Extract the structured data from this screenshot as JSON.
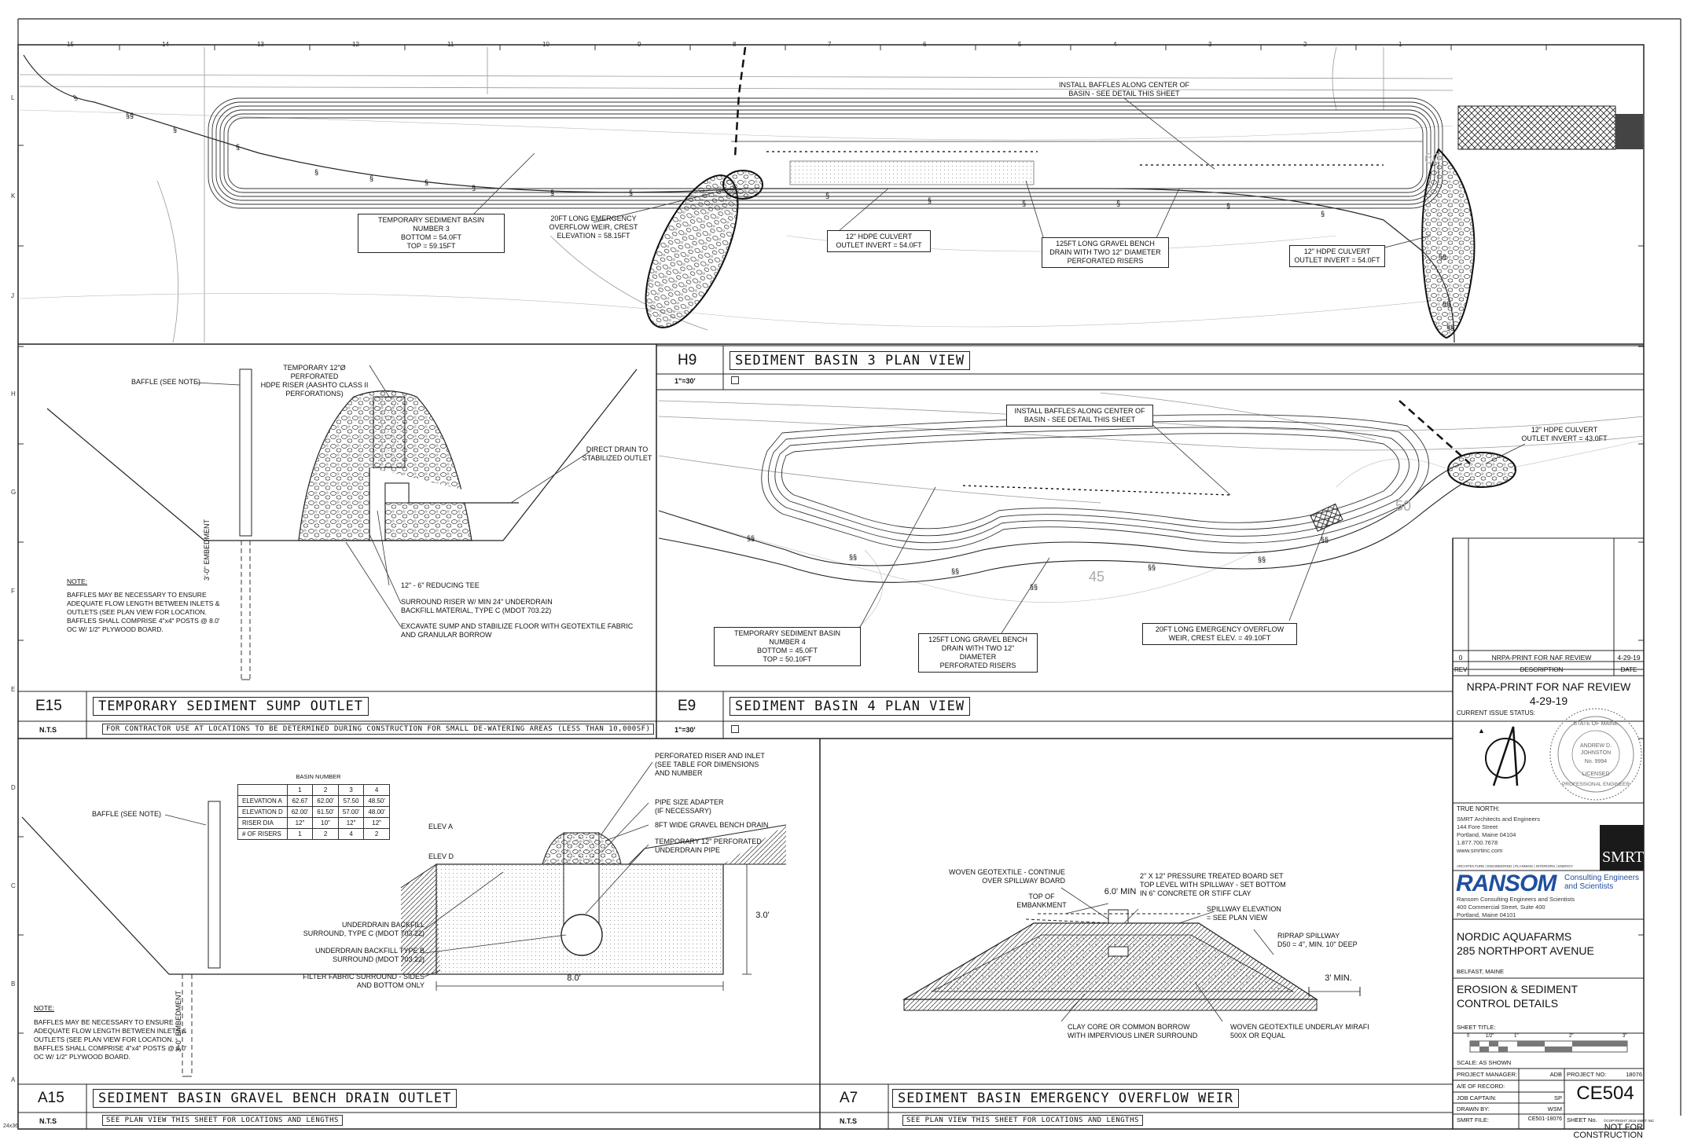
{
  "grid": {
    "cols": [
      "15",
      "14",
      "13",
      "12",
      "11",
      "10",
      "9",
      "8",
      "7",
      "6",
      "5",
      "4",
      "3",
      "2",
      "1"
    ],
    "rows": [
      "L",
      "K",
      "J",
      "H",
      "G",
      "F",
      "E",
      "D",
      "C",
      "B",
      "A"
    ]
  },
  "plan3": {
    "labels": {
      "baffles": "INSTALL BAFFLES ALONG CENTER OF\nBASIN - SEE DETAIL THIS SHEET",
      "basin": "TEMPORARY  SEDIMENT BASIN NUMBER 3\nBOTTOM = 54.0FT\nTOP = 59.15FT",
      "weir": "20FT LONG EMERGENCY\nOVERFLOW WEIR, CREST\nELEVATION = 58.15FT",
      "culvert_a": "12\" HDPE CULVERT\nOUTLET INVERT = 54.0FT",
      "bench": "125FT LONG GRAVEL BENCH\nDRAIN WITH TWO 12\" DIAMETER\nPERFORATED RISERS",
      "culvert_b": "12\" HDPE CULVERT\nOUTLET INVERT = 54.0FT",
      "contour": "60"
    }
  },
  "h9": {
    "code": "H9",
    "title": "SEDIMENT  BASIN  3  PLAN  VIEW",
    "scale": "1\"=30'"
  },
  "plan4": {
    "labels": {
      "baffles": "INSTALL BAFFLES ALONG CENTER OF\nBASIN - SEE DETAIL THIS SHEET",
      "culvert": "12\" HDPE CULVERT\nOUTLET INVERT = 43.0FT",
      "basin": "TEMPORARY  SEDIMENT BASIN NUMBER 4\nBOTTOM = 45.0FT\nTOP = 50.10FT",
      "bench": "125FT LONG GRAVEL BENCH\nDRAIN WITH TWO 12\" DIAMETER\nPERFORATED RISERS",
      "weir": "20FT LONG EMERGENCY OVERFLOW\nWEIR, CREST ELEV. = 49.10FT",
      "c50": "50",
      "c45": "45"
    }
  },
  "e9": {
    "code": "E9",
    "title": "SEDIMENT  BASIN  4  PLAN  VIEW",
    "scale": "1\"=30'"
  },
  "sump": {
    "labels": {
      "baffle": "BAFFLE (SEE NOTE)",
      "riser": "TEMPORARY 12\"Ø PERFORATED\nHDPE RISER (AASHTO CLASS II\nPERFORATIONS)",
      "drain": "DIRECT DRAIN TO\nSTABILIZED OUTLET",
      "tee": "12\" - 6\" REDUCING TEE",
      "surround": "SURROUND RISER W/ MIN 24\" UNDERDRAIN\nBACKFILL MATERIAL, TYPE C (MDOT 703.22)",
      "excavate": "EXCAVATE SUMP AND STABILIZE FLOOR  WITH GEOTEXTILE FABRIC\nAND GRANULAR BORROW",
      "embed": "3'-0\" EMBEDMENT",
      "note_head": "NOTE:",
      "note": "BAFFLES MAY BE NECESSARY TO ENSURE\nADEQUATE FLOW LENGTH BETWEEN INLETS &\nOUTLETS (SEE PLAN VIEW FOR LOCATION.\nBAFFLES SHALL COMPRISE 4\"x4\" POSTS @ 8.0'\nOC W/ 1/2\" PLYWOOD BOARD."
    }
  },
  "e15": {
    "code": "E15",
    "title": "TEMPORARY  SEDIMENT  SUMP  OUTLET",
    "scale": "N.T.S",
    "subtitle": "FOR CONTRACTOR USE AT LOCATIONS TO BE DETERMINED DURING CONSTRUCTION FOR SMALL DE-WATERING AREAS (LESS THAN 10,000SF)"
  },
  "bench": {
    "table": {
      "caption": "BASIN NUMBER",
      "headers": [
        "",
        "1",
        "2",
        "3",
        "4"
      ],
      "rows": [
        [
          "ELEVATION  A",
          "62.67",
          "62.00'",
          "57.50",
          "48.50'"
        ],
        [
          "ELEVATION  D",
          "62.00'",
          "61.50'",
          "57.00'",
          "48.00'"
        ],
        [
          "RISER DIA",
          "12\"",
          "10\"",
          "12\"",
          "12\""
        ],
        [
          "#  OF RISERS",
          "1",
          "2",
          "4",
          "2"
        ]
      ]
    },
    "labels": {
      "baffle": "BAFFLE (SEE NOTE)",
      "inlet": "PERFORATED RISER AND INLET\n(SEE TABLE FOR DIMENSIONS\nAND NUMBER",
      "adapter": "PIPE SIZE ADAPTER\n(IF NECESSARY)",
      "bench_drain": "8FT WIDE GRAVEL BENCH DRAIN",
      "underdrain": "TEMPORARY 12\" PERFORATED\nUNDERDRAIN PIPE",
      "elev_a": "ELEV A",
      "elev_d": "ELEV D",
      "backfill_c": "UNDERDRAIN BACKFILL\nSURROUND, TYPE C (MDOT 703.22)",
      "backfill_b": "UNDERDRAIN BACKFILL TYPE B\nSURROUND (MDOT 703.22)",
      "fabric": "FILTER FABRIC SURROUND - SIDES\nAND BOTTOM ONLY",
      "dim_h": "3.0'",
      "dim_w": "8.0'",
      "embed": "3'-0\" EMBEDMENT",
      "note_head": "NOTE:",
      "note": "BAFFLES MAY BE NECESSARY TO ENSURE\nADEQUATE FLOW LENGTH BETWEEN INLETS &\nOUTLETS (SEE PLAN VIEW FOR LOCATION.\nBAFFLES SHALL COMPRISE 4\"x4\" POSTS @ 8.0'\nOC W/ 1/2\" PLYWOOD BOARD."
    }
  },
  "a15": {
    "code": "A15",
    "title": "SEDIMENT  BASIN  GRAVEL  BENCH  DRAIN  OUTLET",
    "scale": "N.T.S",
    "subtitle": "SEE PLAN VIEW THIS SHEET FOR LOCATIONS AND LENGTHS"
  },
  "weir": {
    "labels": {
      "geotextile": "WOVEN GEOTEXTILE - CONTINUE\nOVER SPILLWAY BOARD",
      "embankment": "TOP OF\nEMBANKMENT",
      "min6": "6.0'  MIN",
      "board": "2\" X 12\" PRESSURE TREATED BOARD SET\nTOP LEVEL WITH SPILLWAY - SET BOTTOM\nIN 6\" CONCRETE OR STIFF CLAY",
      "spillway_elev": "SPILLWAY ELEVATION\n= SEE PLAN VIEW",
      "riprap": "RIPRAP SPILLWAY\nD50 = 4\", MIN. 10\" DEEP",
      "min3": "3'  MIN.",
      "clay": "CLAY CORE OR COMMON BORROW\nWITH IMPERVIOUS LINER SURROUND",
      "underlay": "WOVEN GEOTEXTILE UNDERLAY MIRAFI\n500X OR EQUAL"
    }
  },
  "a7": {
    "code": "A7",
    "title": "SEDIMENT  BASIN  EMERGENCY  OVERFLOW  WEIR",
    "scale": "N.T.S",
    "subtitle": "SEE PLAN VIEW THIS SHEET FOR LOCATIONS AND LENGTHS"
  },
  "titleblock": {
    "revision": {
      "rev": "0",
      "desc": "NRPA-PRINT FOR NAF REVIEW",
      "date": "4-29-19"
    },
    "rev_headers": {
      "rev": "REV",
      "desc": "DESCRIPTION",
      "date": "DATE"
    },
    "issue_title": "NRPA-PRINT FOR NAF REVIEW",
    "issue_date": "4-29-19",
    "issue_status_label": "CURRENT ISSUE STATUS:",
    "true_north": "TRUE NORTH:",
    "seal": {
      "top": "STATE OF MAINE",
      "name": "ANDREW D.\nJOHNSTON",
      "no": "No. 9994",
      "bottom": "PROFESSIONAL ENGINEER",
      "lic": "LICENSED"
    },
    "smrt": {
      "lines": "SMRT Architects and Engineers\n144 Fore Street\nPortland, Maine 04104\n1.877.700.7678\nwww.smrtinc.com",
      "disciplines": "ARCHITECTURE  |  ENGINEERING  |  PLANNING  |  INTERIORS  |  ENERGY",
      "logo": "SMRT"
    },
    "ransom": {
      "logo": "RANSOM",
      "tag": "Consulting Engineers\nand Scientists",
      "lines": "Ransom Consulting Engineers and Scientists\n400 Commercial Street, Suite 400\nPortland, Maine 04101"
    },
    "project": "NORDIC AQUAFARMS\n285 NORTHPORT AVENUE",
    "location": "BELFAST, MAINE",
    "sheet_title": "EROSION & SEDIMENT\nCONTROL DETAILS",
    "sheet_title_label": "SHEET TITLE:",
    "scale_ticks": [
      "0",
      "1/2\"",
      "1\"",
      "2\"",
      "3\""
    ],
    "scale_text": "SCALE: AS SHOWN",
    "fields": [
      {
        "label": "PROJECT MANAGER:",
        "value": "ADB"
      },
      {
        "label": "A/E OF RECORD:",
        "value": ""
      },
      {
        "label": "JOB CAPTAIN:",
        "value": "SP"
      },
      {
        "label": "DRAWN BY:",
        "value": "WSM"
      },
      {
        "label": "SMRT FILE:",
        "value": "CE501-18076"
      }
    ],
    "project_no_label": "PROJECT NO:",
    "project_no": "18076",
    "sheet_no_label": "SHEET No.",
    "sheet_no": "CE504",
    "copyright": "©COPYRIGHT 2019 SMRT INC",
    "footer": "NOT FOR CONSTRUCTION"
  },
  "corner_code": "24x36"
}
